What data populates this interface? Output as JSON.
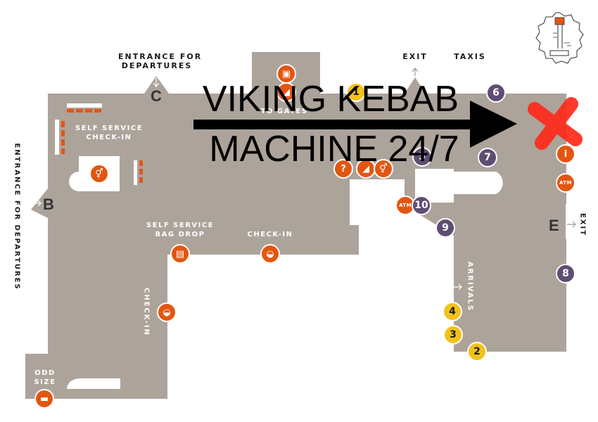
{
  "labels": {
    "entrance_top": [
      "ENTRANCE FOR",
      "DEPARTURES"
    ],
    "entrance_left": "ENTRANCE FOR DEPARTURES",
    "exit_top": "EXIT",
    "taxis": "TAXIS",
    "exit_right": "EXIT",
    "self_service_checkin": [
      "SELF SERVICE",
      "CHECK-IN"
    ],
    "self_service_bag_drop": [
      "SELF SERVICE",
      "BAG DROP"
    ],
    "check_in": "CHECK-IN",
    "check_in_vertical": "CHECK-IN",
    "arrivals": "ARRIVALS",
    "odd_size": [
      "ODD",
      "SIZE"
    ],
    "to_gates": "TO GATES"
  },
  "entrances": {
    "c": "C",
    "b": "B",
    "e": "E"
  },
  "numbered_points": {
    "p1": "1",
    "p2": "2",
    "p3": "3",
    "p4": "4",
    "p5": "5",
    "p6": "6",
    "p7": "7",
    "p8": "8",
    "p9": "9",
    "p10": "10"
  },
  "atm_label": "ATM",
  "overlay": {
    "line1": "VIKING KEBAB",
    "line2": "MACHINE 24/7"
  },
  "colors": {
    "floor": "#aca39b",
    "poi": "#e35612",
    "purple": "#5f4d72",
    "yellow": "#f2c21b",
    "marker": "#ff2a1a"
  },
  "icons": [
    "info-icon",
    "atm-icon",
    "toilet-icon",
    "luggage-icon",
    "escalator-icon",
    "elevator-icon",
    "baggage-belt-icon",
    "compass-icon",
    "red-x-marker-icon",
    "arrow-right-icon"
  ]
}
